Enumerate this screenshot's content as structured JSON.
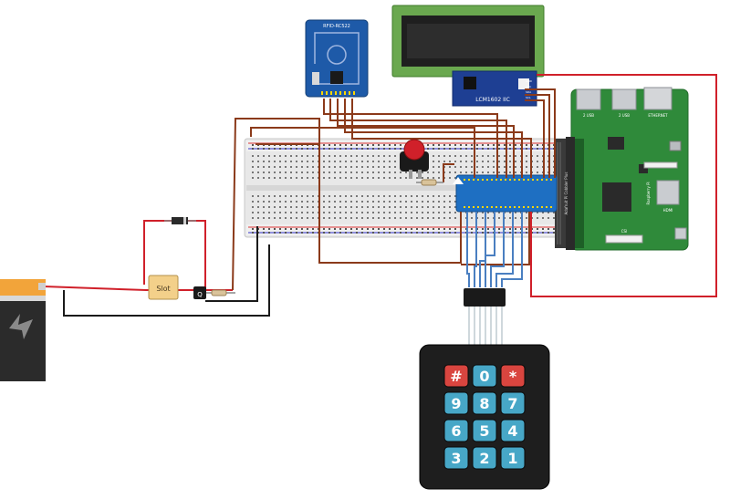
{
  "labels": {
    "rfid_module": "RFID-RC522",
    "lcd_i2c": "LCM1602 IIC",
    "lcd_pins": [
      "GND",
      "VCC",
      "SDA",
      "SCL"
    ],
    "cobbler": "Adafruit Pi Cobbler Plus",
    "pi_usb_left": "2 USB",
    "pi_usb_right": "2 USB",
    "pi_ethernet": "ETHERNET",
    "pi_hdmi": "HDMI",
    "pi_brand": "Raspberry Pi",
    "pi_csi": "CSI",
    "solenoid": "Slot",
    "transistor": "Q"
  },
  "keypad": {
    "rows": [
      [
        "#",
        "0",
        "*"
      ],
      [
        "9",
        "8",
        "7"
      ],
      [
        "6",
        "5",
        "4"
      ],
      [
        "3",
        "2",
        "1"
      ]
    ]
  },
  "colors": {
    "wire_red": "#d0202a",
    "wire_brown": "#8b3a1a",
    "wire_black": "#1a1a1a",
    "wire_blue": "#4a7fc1",
    "pcb_green": "#2f8a3a",
    "pcb_blue": "#1e5aa8",
    "lcd_green": "#6aa84f",
    "key_red": "#d9453f",
    "key_blue": "#47a7c7",
    "battery_orange": "#f2a43a"
  }
}
